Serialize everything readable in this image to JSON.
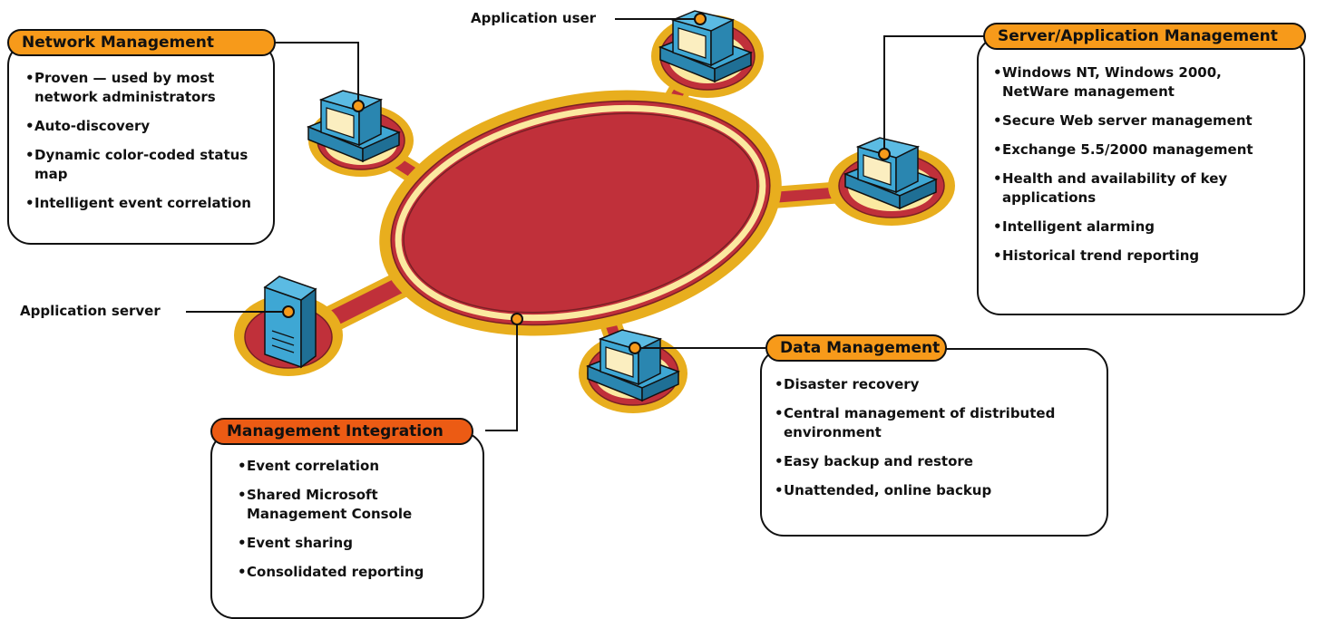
{
  "colors": {
    "ring": "#e8ae1e",
    "ring_inner": "#fbe9a0",
    "network_fill": "#c0303a",
    "network_outline": "#7a1f25",
    "computer_blue": "#3ea7d4",
    "tab_orange": "#f79a1a",
    "tab_red_orange": "#ec5b14"
  },
  "labels": {
    "application_user": "Application user",
    "application_server": "Application server"
  },
  "panels": {
    "network_management": {
      "title": "Network Management",
      "items": [
        "Proven — used by most network administrators",
        "Auto-discovery",
        "Dynamic color-coded status map",
        "Intelligent event correlation"
      ]
    },
    "server_application_management": {
      "title": "Server/Application Management",
      "items": [
        "Windows NT, Windows 2000, NetWare management",
        "Secure Web server management",
        "Exchange 5.5/2000 management",
        "Health and availability of key applications",
        "Intelligent alarming",
        "Historical trend reporting"
      ]
    },
    "data_management": {
      "title": "Data Management",
      "items": [
        "Disaster recovery",
        "Central management of distributed environment",
        "Easy backup and restore",
        "Unattended, online backup"
      ]
    },
    "management_integration": {
      "title": "Management Integration",
      "items": [
        "Event correlation",
        "Shared Microsoft Management Console",
        "Event sharing",
        "Consolidated reporting"
      ]
    }
  },
  "icons": [
    "desktop-computer-icon",
    "server-tower-icon",
    "connection-dot-icon"
  ]
}
